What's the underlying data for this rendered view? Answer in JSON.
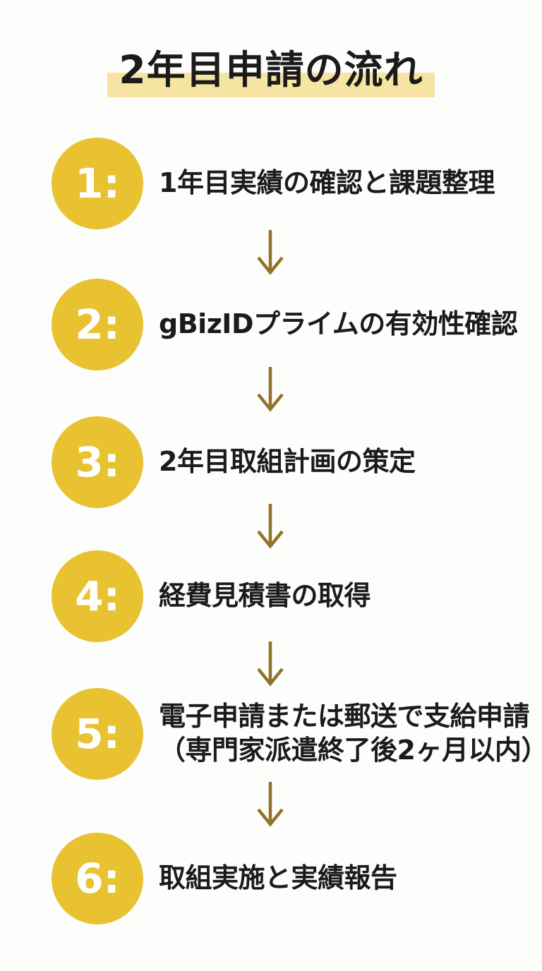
{
  "title": {
    "text": "2年目申請の流れ"
  },
  "steps": [
    {
      "number": "1:",
      "label": "1年目実績の確認と課題整理"
    },
    {
      "number": "2:",
      "label": "gBizIDプライムの有効性確認"
    },
    {
      "number": "3:",
      "label": "2年目取組計画の策定"
    },
    {
      "number": "4:",
      "label": "経費見積書の取得"
    },
    {
      "number": "5:",
      "label": "電子申請または郵送で支給申請",
      "label2": "（専門家派遣終了後2ヶ月以内）"
    },
    {
      "number": "6:",
      "label": "取組実施と実績報告"
    }
  ],
  "colors": {
    "circle": "#e8c231",
    "arrow": "#8f7428",
    "text": "#1b1b1b",
    "highlight": "#f6e4a2",
    "background": "#fdfdfb",
    "number-text": "#ffffff"
  }
}
